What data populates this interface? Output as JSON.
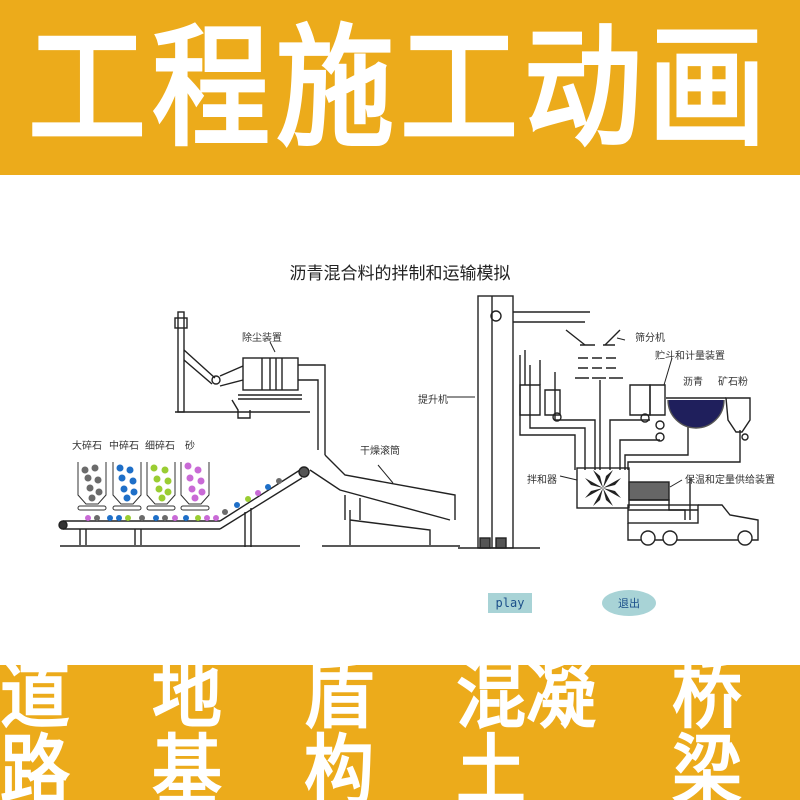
{
  "header": {
    "title": "工程施工动画",
    "background": "#ecab1b"
  },
  "simulation": {
    "title": "沥青混合料的拌制和运输模拟",
    "labels": {
      "dust_collector": "除尘装置",
      "elevator": "提升机",
      "drying_drum": "干燥滚筒",
      "screen": "筛分机",
      "hopper_metering": "贮斗和计量装置",
      "asphalt": "沥青",
      "mineral_powder": "矿石粉",
      "mixer": "拌和器",
      "insulated_feeder": "保温和定量供给装置"
    },
    "aggregates": [
      {
        "label": "大碎石",
        "color": "#6b6b6b"
      },
      {
        "label": "中碎石",
        "color": "#1e6fc8"
      },
      {
        "label": "细碎石",
        "color": "#9acd32"
      },
      {
        "label": "砂",
        "color": "#c96ad6"
      }
    ],
    "buttons": {
      "play": "play",
      "exit": "退出"
    }
  },
  "footer": {
    "tags": [
      "道路",
      "地基",
      "盾构",
      "混凝土",
      "桥梁"
    ]
  }
}
